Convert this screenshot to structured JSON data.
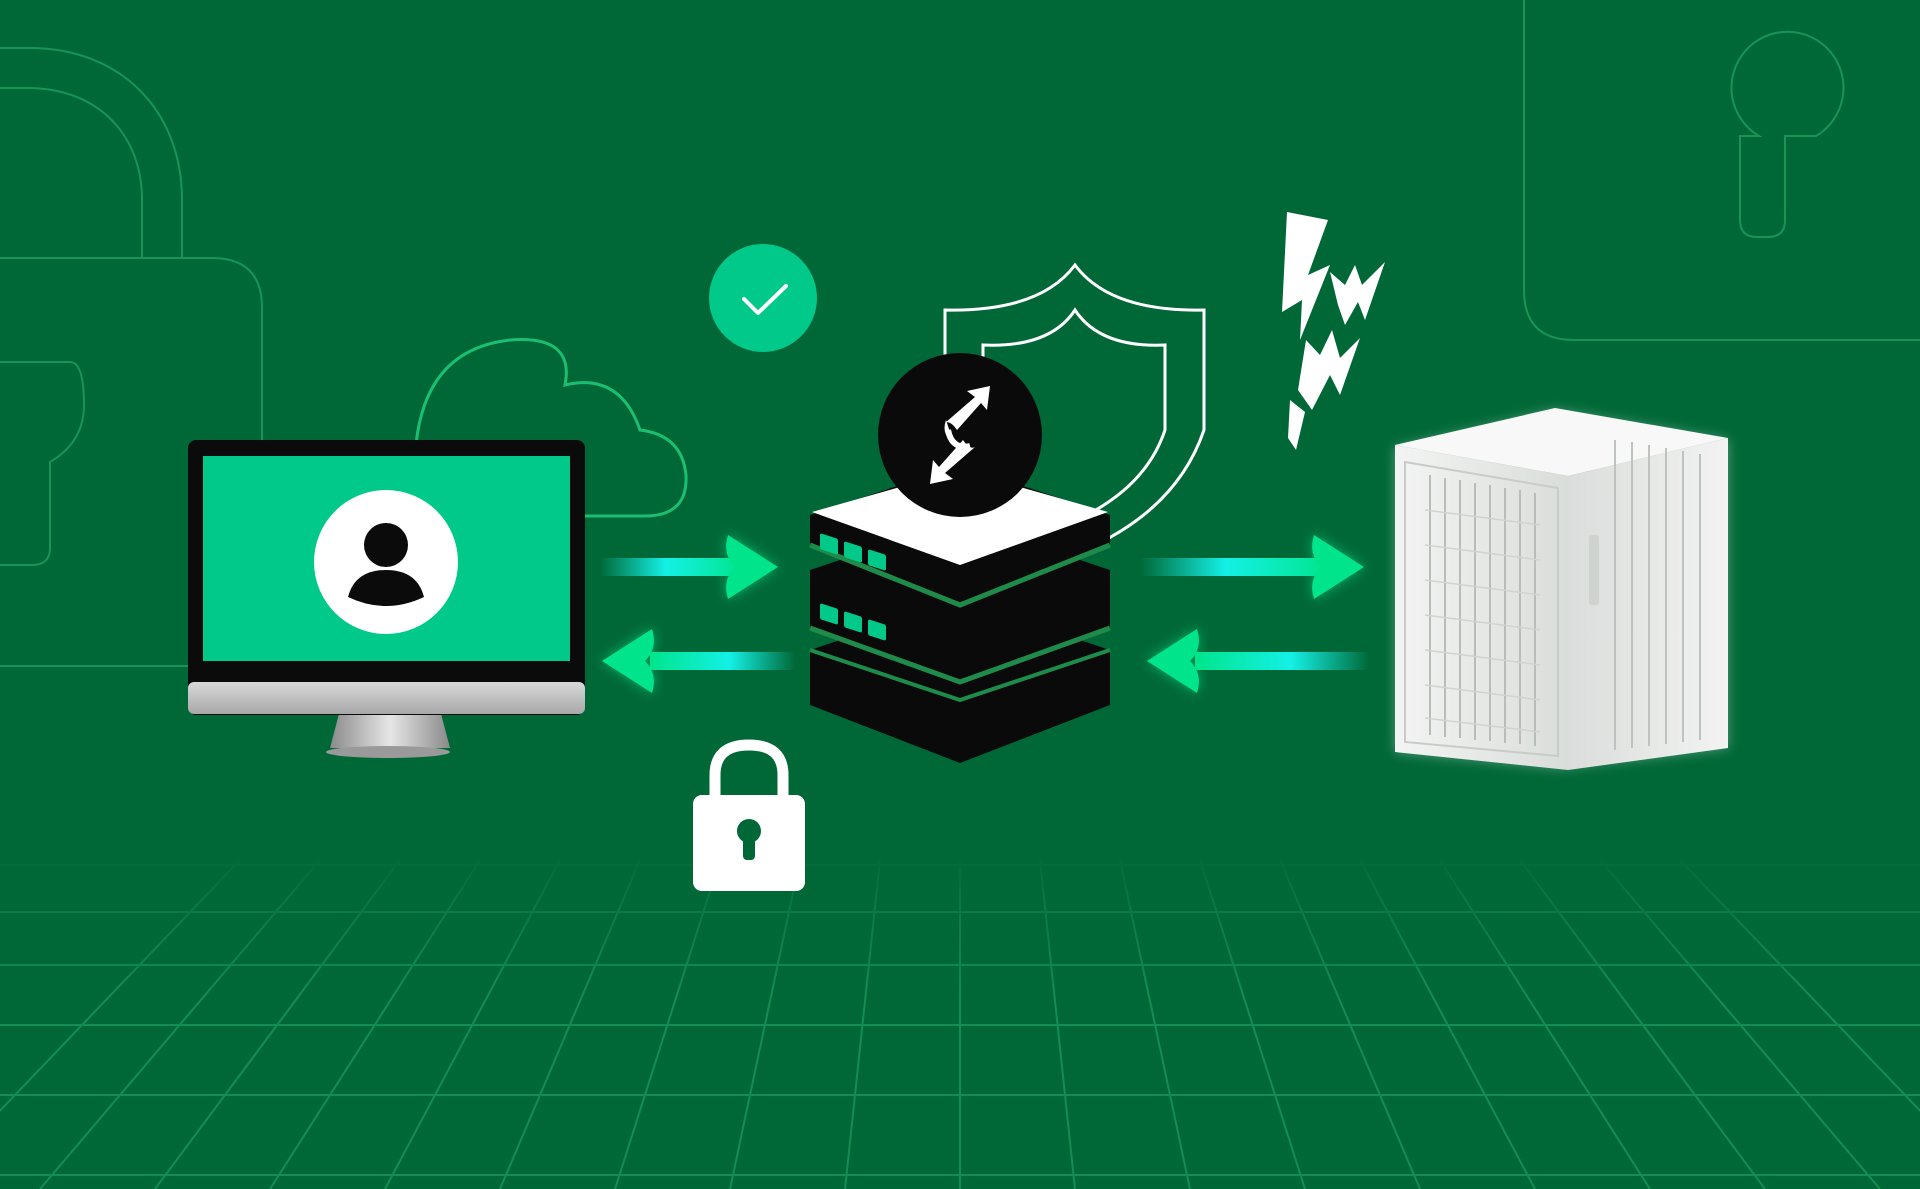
{
  "colors": {
    "background": "#006837",
    "accent_green": "#00C98A",
    "arrow_cyan": "#14F0E6",
    "outline_green": "#1BBF72",
    "grid_line": "#1A9A5C",
    "server_black": "#0A0A0A",
    "white": "#FFFFFF",
    "storage_gray": "#E9ECEA"
  },
  "icons": {
    "client_computer": "monitor-icon",
    "user": "user-avatar-icon",
    "cloud": "cloud-icon",
    "verified": "check-circle-icon",
    "secure": "padlock-icon",
    "protection": "shield-icon",
    "proxy_server": "server-stack-icon",
    "exchange": "swap-arrows-icon",
    "threats": "lightning-bolt-icon",
    "storage": "storage-server-icon",
    "background_lock": "padlock-outline-icon",
    "background_keyhole": "keyhole-icon"
  },
  "flows": [
    {
      "from": "client",
      "to": "proxy",
      "direction": "right"
    },
    {
      "from": "proxy",
      "to": "client",
      "direction": "left"
    },
    {
      "from": "proxy",
      "to": "storage",
      "direction": "right"
    },
    {
      "from": "storage",
      "to": "proxy",
      "direction": "left"
    }
  ]
}
